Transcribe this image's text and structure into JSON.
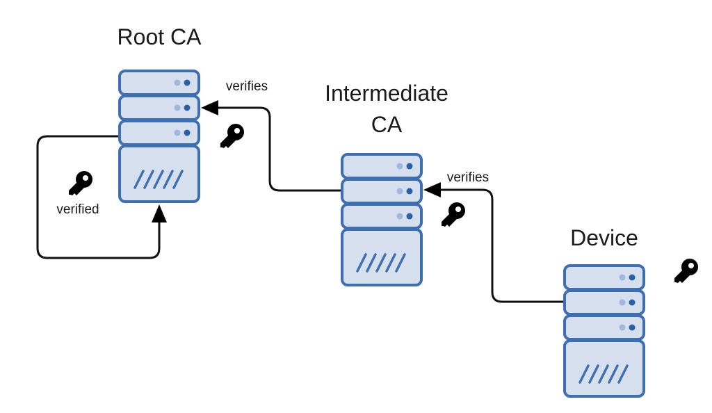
{
  "colors": {
    "server_fill": "#d6dfee",
    "server_stroke": "#3d6fb1",
    "led_light": "#9fb7da",
    "led_dark": "#2d5fa6",
    "connector": "#111111",
    "text": "#1a1a1a"
  },
  "nodes": [
    {
      "id": "root-ca",
      "title_lines": [
        "Root CA"
      ],
      "icon": "server-icon",
      "has_key": true
    },
    {
      "id": "intermediate-ca",
      "title_lines": [
        "Intermediate",
        "CA"
      ],
      "icon": "server-icon",
      "has_key": true
    },
    {
      "id": "device",
      "title_lines": [
        "Device"
      ],
      "icon": "server-icon",
      "has_key": true
    }
  ],
  "edges": [
    {
      "id": "root-self",
      "from": "root-ca",
      "to": "root-ca",
      "label": "verified",
      "icon": "key-icon"
    },
    {
      "id": "intermediate-to-root",
      "from": "intermediate-ca",
      "to": "root-ca",
      "label": "verifies",
      "icon": "key-icon"
    },
    {
      "id": "device-to-intermediate",
      "from": "device",
      "to": "intermediate-ca",
      "label": "verifies",
      "icon": "key-icon"
    }
  ],
  "labels": {
    "root_title": "Root CA",
    "intermediate_title_1": "Intermediate",
    "intermediate_title_2": "CA",
    "device_title": "Device",
    "verified": "verified",
    "verifies_1": "verifies",
    "verifies_2": "verifies"
  }
}
